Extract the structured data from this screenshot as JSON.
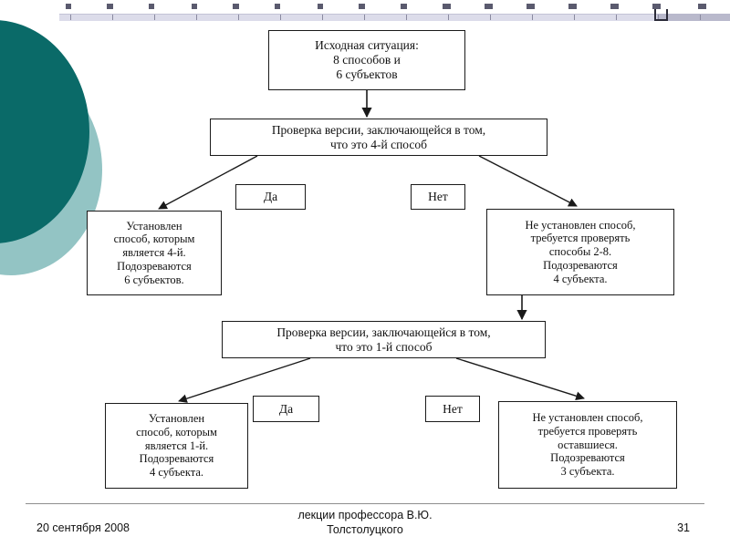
{
  "slide": {
    "ruler": {
      "tab_stop_label": "tab-stop-marker",
      "tick_count": 16
    },
    "decor": {
      "circle_dark_color": "#0a6a68",
      "circle_light_color": "#93c4c4"
    },
    "flowchart": {
      "type": "decision-tree",
      "nodes": [
        {
          "id": "start",
          "label": "Исходная ситуация:\n8 способов и\n6 субъектов"
        },
        {
          "id": "dec1",
          "label": "Проверка версии, заключающейся в том,\nчто это 4-й способ"
        },
        {
          "id": "yes1",
          "label": "Да"
        },
        {
          "id": "no1",
          "label": "Нет"
        },
        {
          "id": "res1",
          "label": "Установлен\nспособ, которым\nявляется 4-й.\nПодозреваются\n6 субъектов."
        },
        {
          "id": "res2",
          "label": "Не установлен способ,\nтребуется проверять\nспособы 2-8.\nПодозреваются\n4 субъекта."
        },
        {
          "id": "dec2",
          "label": "Проверка версии, заключающейся в том,\nчто это 1-й способ"
        },
        {
          "id": "yes2",
          "label": "Да"
        },
        {
          "id": "no2",
          "label": "Нет"
        },
        {
          "id": "res3",
          "label": "Установлен\nспособ, которым\nявляется 1-й.\nПодозреваются\n4 субъекта."
        },
        {
          "id": "res4",
          "label": "Не установлен способ,\nтребуется проверять\nоставшиеся.\nПодозреваются\n3 субъекта."
        }
      ],
      "edges": [
        {
          "from": "start",
          "to": "dec1",
          "label": ""
        },
        {
          "from": "dec1",
          "to": "res1",
          "label": "Да"
        },
        {
          "from": "dec1",
          "to": "res2",
          "label": "Нет"
        },
        {
          "from": "res2",
          "to": "dec2",
          "label": ""
        },
        {
          "from": "dec2",
          "to": "res3",
          "label": "Да"
        },
        {
          "from": "dec2",
          "to": "res4",
          "label": "Нет"
        }
      ]
    },
    "footer": {
      "date": "20 сентября 2008",
      "center": "лекции профессора  В.Ю.\nТолстолуцкого",
      "page_number": "31"
    }
  }
}
